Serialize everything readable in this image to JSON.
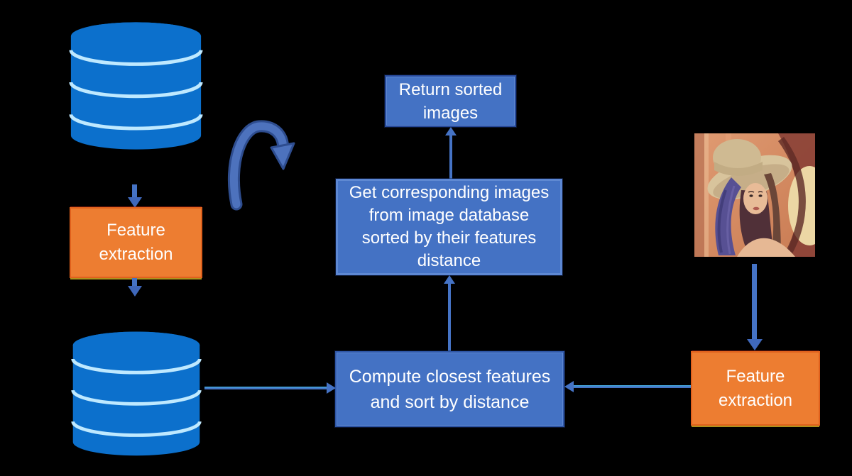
{
  "diagram": {
    "background": "#000000",
    "colors": {
      "process_box_blue": "#4472C4",
      "process_box_blue_border": "#2e56a6",
      "process_box_orange": "#ED7D31",
      "process_box_orange_border": "#e0611d",
      "database_icon_blue": "#0c70cc",
      "connector_blue": "#4573c5",
      "curved_arrow_blue": "#4d72bd",
      "text": "#ffffff"
    },
    "nodes": {
      "feature_extraction_left": {
        "label": "Feature\nextraction"
      },
      "return_sorted": {
        "label": "Return sorted\nimages"
      },
      "get_corresponding": {
        "label": "Get corresponding images\nfrom image database\nsorted by their features\ndistance"
      },
      "compute_closest": {
        "label": "Compute closest features\nand sort by distance"
      },
      "feature_extraction_right": {
        "label": "Feature\nextraction"
      }
    },
    "icons": {
      "image_database_top": "database-icon",
      "image_database_bottom": "database-icon",
      "loop_arrow": "curved-arrow-icon",
      "query_image": "portrait-query-image"
    }
  }
}
